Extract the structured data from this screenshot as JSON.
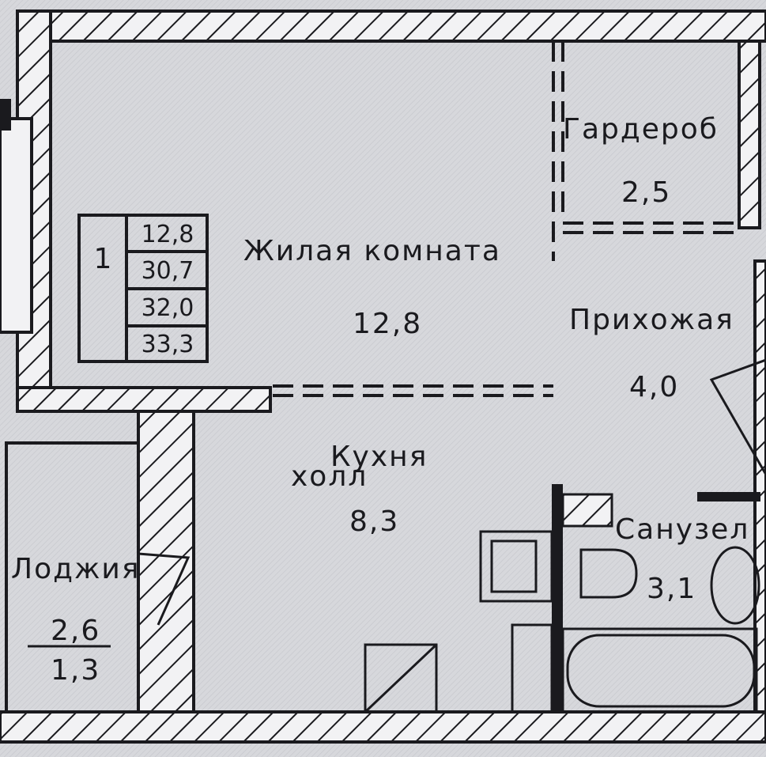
{
  "rooms": {
    "living": {
      "name": "Жилая комната",
      "area": "12,8"
    },
    "wardrobe": {
      "name": "Гардероб",
      "area": "2,5"
    },
    "hallway": {
      "name": "Прихожая",
      "area": "4,0"
    },
    "kitchen": {
      "name": "Кухня",
      "sub": "холл",
      "area": "8,3"
    },
    "bathroom": {
      "name": "Санузел",
      "area": "3,1"
    },
    "loggia": {
      "name": "Лоджия",
      "area": "2,6",
      "area_reduced": "1,3"
    }
  },
  "summary": {
    "rooms_count": "1",
    "values": [
      "12,8",
      "30,7",
      "32,0",
      "33,3"
    ]
  },
  "colors": {
    "wall": "#1a1a1e",
    "floor": "#dfe0e4"
  }
}
